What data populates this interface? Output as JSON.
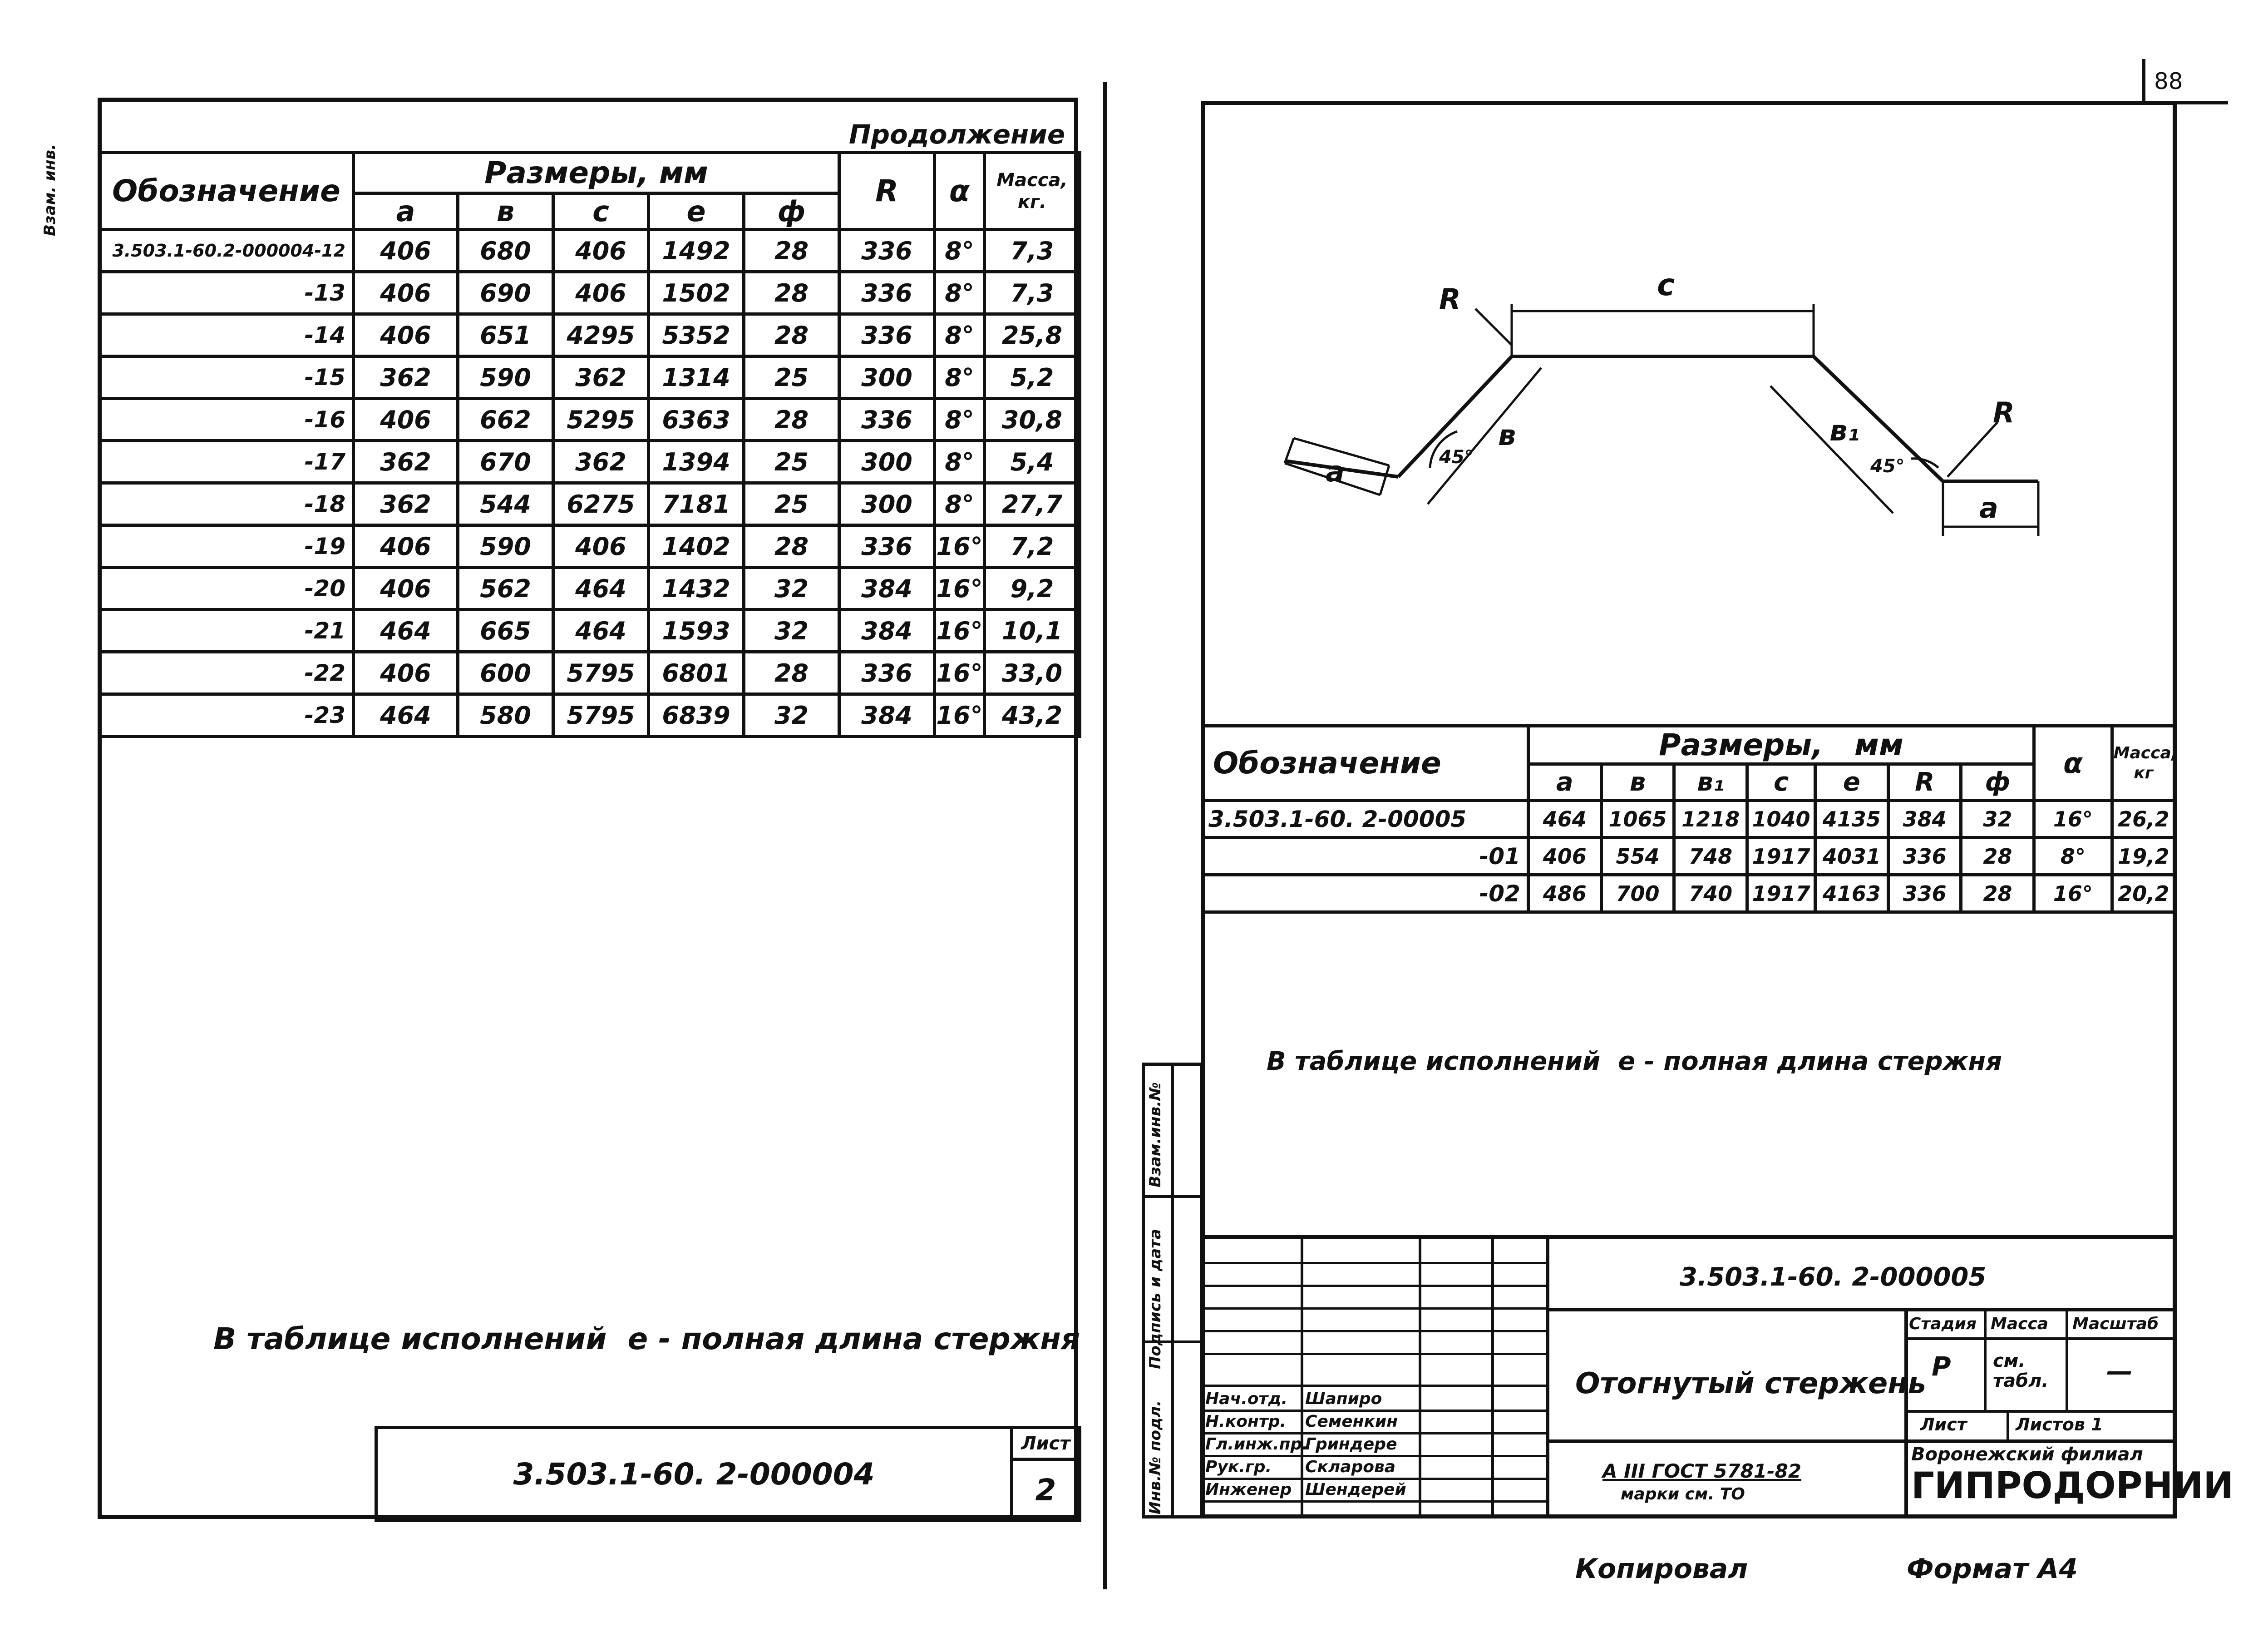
{
  "page_number": "88",
  "side_label": "Взам. инв.",
  "left": {
    "continuation": "Продолжение",
    "headers": {
      "designation": "Обозначение",
      "sizes": "Размеры, мм",
      "cols": [
        "a",
        "в",
        "c",
        "e",
        "ф"
      ],
      "R": "R",
      "alpha": "α",
      "mass": "Масса, кг."
    },
    "rows": [
      {
        "d": "3.503.1-60.2-000004-12",
        "a": "406",
        "b": "680",
        "c": "406",
        "e": "1492",
        "f": "28",
        "R": "336",
        "alpha": "8°",
        "m": "7,3"
      },
      {
        "d": "-13",
        "a": "406",
        "b": "690",
        "c": "406",
        "e": "1502",
        "f": "28",
        "R": "336",
        "alpha": "8°",
        "m": "7,3"
      },
      {
        "d": "-14",
        "a": "406",
        "b": "651",
        "c": "4295",
        "e": "5352",
        "f": "28",
        "R": "336",
        "alpha": "8°",
        "m": "25,8"
      },
      {
        "d": "-15",
        "a": "362",
        "b": "590",
        "c": "362",
        "e": "1314",
        "f": "25",
        "R": "300",
        "alpha": "8°",
        "m": "5,2"
      },
      {
        "d": "-16",
        "a": "406",
        "b": "662",
        "c": "5295",
        "e": "6363",
        "f": "28",
        "R": "336",
        "alpha": "8°",
        "m": "30,8"
      },
      {
        "d": "-17",
        "a": "362",
        "b": "670",
        "c": "362",
        "e": "1394",
        "f": "25",
        "R": "300",
        "alpha": "8°",
        "m": "5,4"
      },
      {
        "d": "-18",
        "a": "362",
        "b": "544",
        "c": "6275",
        "e": "7181",
        "f": "25",
        "R": "300",
        "alpha": "8°",
        "m": "27,7"
      },
      {
        "d": "-19",
        "a": "406",
        "b": "590",
        "c": "406",
        "e": "1402",
        "f": "28",
        "R": "336",
        "alpha": "16°",
        "m": "7,2"
      },
      {
        "d": "-20",
        "a": "406",
        "b": "562",
        "c": "464",
        "e": "1432",
        "f": "32",
        "R": "384",
        "alpha": "16°",
        "m": "9,2"
      },
      {
        "d": "-21",
        "a": "464",
        "b": "665",
        "c": "464",
        "e": "1593",
        "f": "32",
        "R": "384",
        "alpha": "16°",
        "m": "10,1"
      },
      {
        "d": "-22",
        "a": "406",
        "b": "600",
        "c": "5795",
        "e": "6801",
        "f": "28",
        "R": "336",
        "alpha": "16°",
        "m": "33,0"
      },
      {
        "d": "-23",
        "a": "464",
        "b": "580",
        "c": "5795",
        "e": "6839",
        "f": "32",
        "R": "384",
        "alpha": "16°",
        "m": "43,2"
      }
    ],
    "note": "В таблице исполнений  e - полная длина стержня",
    "doc_code": "3.503.1-60. 2-000004",
    "sheet_label": "Лист",
    "sheet_no": "2"
  },
  "right": {
    "drawing": {
      "label_c": "c",
      "label_R1": "R",
      "label_R2": "R",
      "label_b": "в",
      "label_b1": "в₁",
      "label_a1": "a",
      "label_a2": "a",
      "angle1": "45°",
      "angle2": "45°"
    },
    "headers": {
      "designation": "Обозначение",
      "sizes": "Размеры,   мм",
      "cols": [
        "a",
        "в",
        "в₁",
        "c",
        "e",
        "R",
        "ф"
      ],
      "alpha": "α",
      "mass": "Масса, кг"
    },
    "rows": [
      {
        "d": "3.503.1-60. 2-00005",
        "a": "464",
        "b": "1065",
        "b1": "1218",
        "c": "1040",
        "e": "4135",
        "R": "384",
        "f": "32",
        "alpha": "16°",
        "m": "26,2"
      },
      {
        "d": "-01",
        "a": "406",
        "b": "554",
        "b1": "748",
        "c": "1917",
        "e": "4031",
        "R": "336",
        "f": "28",
        "alpha": "8°",
        "m": "19,2"
      },
      {
        "d": "-02",
        "a": "486",
        "b": "700",
        "b1": "740",
        "c": "1917",
        "e": "4163",
        "R": "336",
        "f": "28",
        "alpha": "16°",
        "m": "20,2"
      }
    ],
    "note": "В таблице исполнений  e - полная длина стержня",
    "side_labels": [
      "Инв.№ подл.",
      "Подпись и дата",
      "Взам.инв.№"
    ],
    "stamp": {
      "doc_code": "3.503.1-60. 2-000005",
      "title": "Отогнутый стержень",
      "stage_label": "Стадия",
      "mass_label": "Масса",
      "scale_label": "Масштаб",
      "stage": "Р",
      "mass": "см. табл.",
      "scale": "—",
      "sheet_label": "Лист",
      "sheets_label": "Листов 1",
      "material_1": "А III ГОСТ 5781-82",
      "material_2": "марки см. ТО",
      "org_1": "Воронежский филиал",
      "org_2": "ГИПРОДОРНИИ",
      "people": [
        {
          "role": "Нач.отд.",
          "name": "Шапиро"
        },
        {
          "role": "Н.контр.",
          "name": "Семенкин"
        },
        {
          "role": "Гл.инж.пр.",
          "name": "Гриндере"
        },
        {
          "role": "Рук.гр.",
          "name": "Скларова"
        },
        {
          "role": "Инженер",
          "name": "Шендерей"
        }
      ]
    },
    "copied": "Копировал",
    "format": "Формат А4"
  }
}
